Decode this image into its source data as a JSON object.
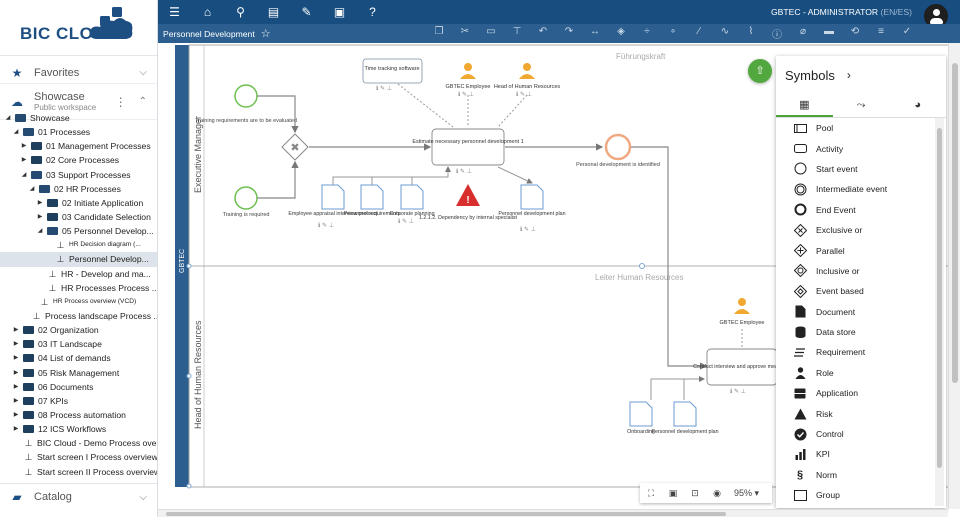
{
  "app": {
    "logo": "BIC CLOUD",
    "user": "GBTEC - ADMINISTRATOR",
    "lang": " (EN/ES)"
  },
  "sidebar": {
    "favorites": "Favorites",
    "workspace": {
      "title": "Showcase",
      "subtitle": "Public workspace"
    },
    "tree": [
      {
        "label": "Showcase",
        "level": 0,
        "type": "folder-open",
        "toggle": "open"
      },
      {
        "label": "01 Processes",
        "level": 1,
        "type": "folder-open",
        "toggle": "open"
      },
      {
        "label": "01 Management Processes",
        "level": 2,
        "type": "folder",
        "toggle": "closed"
      },
      {
        "label": "02 Core Processes",
        "level": 2,
        "type": "folder",
        "toggle": "closed"
      },
      {
        "label": "03 Support Processes",
        "level": 2,
        "type": "folder-open",
        "toggle": "open"
      },
      {
        "label": "02 HR Processes",
        "level": 3,
        "type": "folder-open",
        "toggle": "open"
      },
      {
        "label": "02 Initiate Application",
        "level": 4,
        "type": "folder",
        "toggle": "closed"
      },
      {
        "label": "03 Candidate Selection",
        "level": 4,
        "type": "folder",
        "toggle": "closed"
      },
      {
        "label": "05 Personnel Develop...",
        "level": 4,
        "type": "folder-open",
        "toggle": "open"
      },
      {
        "label": "HR Decision diagram (...",
        "level": 5,
        "type": "model",
        "small": true
      },
      {
        "label": "Personnel Develop...",
        "level": 5,
        "type": "model",
        "selected": true
      },
      {
        "label": "HR - Develop and ma...",
        "level": 4,
        "type": "model"
      },
      {
        "label": "HR Processes Process ...",
        "level": 4,
        "type": "model"
      },
      {
        "label": "HR Process overview (VCD)",
        "level": 3,
        "type": "model",
        "small": true
      },
      {
        "label": "Process landscape Process ...",
        "level": 2,
        "type": "model"
      },
      {
        "label": "02 Organization",
        "level": 1,
        "type": "folder",
        "toggle": "closed"
      },
      {
        "label": "03 IT Landscape",
        "level": 1,
        "type": "folder",
        "toggle": "closed"
      },
      {
        "label": "04 List of demands",
        "level": 1,
        "type": "folder",
        "toggle": "closed"
      },
      {
        "label": "05 Risk Management",
        "level": 1,
        "type": "folder",
        "toggle": "closed"
      },
      {
        "label": "06 Documents",
        "level": 1,
        "type": "folder",
        "toggle": "closed"
      },
      {
        "label": "07 KPIs",
        "level": 1,
        "type": "folder",
        "toggle": "closed"
      },
      {
        "label": "08 Process automation",
        "level": 1,
        "type": "folder",
        "toggle": "closed"
      },
      {
        "label": "12 ICS Workflows",
        "level": 1,
        "type": "folder",
        "toggle": "closed"
      },
      {
        "label": "BIC Cloud - Demo Process overvi...",
        "level": 1,
        "type": "model"
      },
      {
        "label": "Start screen I Process overview (...",
        "level": 1,
        "type": "model"
      },
      {
        "label": "Start screen II Process overview ...",
        "level": 1,
        "type": "model"
      }
    ],
    "catalog": "Catalog"
  },
  "toolbar": {
    "title": "Personnel Development"
  },
  "diagram": {
    "pool_label": "GBTEC",
    "lane1": "Executive Manager",
    "lane2": "Head of Human Resources",
    "lane1_header": "Führungskraft",
    "lane2_header": "Leiter Human Resources",
    "start1": "Training requirements are to be evaluated",
    "start2": "Training is required",
    "app": "Time tracking software",
    "role1": "GBTEC Employee",
    "role2": "Head of Human Resources",
    "role3": "GBTEC Employee",
    "task1": "Estimate necessary personnel development 1",
    "task2": "Conduct interview and approve measures",
    "end1": "Personal development is identified",
    "doc1": "Employee appraisal interview protocol",
    "doc2": "Personnel requirements",
    "doc3": "Corporate planning",
    "doc4": "Personnel development plan",
    "doc5": "Onboarding",
    "doc6": "Personnel development plan",
    "risk": "1.2.1.2. Dependency by internal specialist"
  },
  "symbols": {
    "title": "Symbols",
    "items": [
      "Pool",
      "Activity",
      "Start event",
      "Intermediate event",
      "End Event",
      "Exclusive or",
      "Parallel",
      "Inclusive or",
      "Event based",
      "Document",
      "Data store",
      "Requirement",
      "Role",
      "Application",
      "Risk",
      "Control",
      "KPI",
      "Norm",
      "Group"
    ]
  },
  "zoom": "95%"
}
